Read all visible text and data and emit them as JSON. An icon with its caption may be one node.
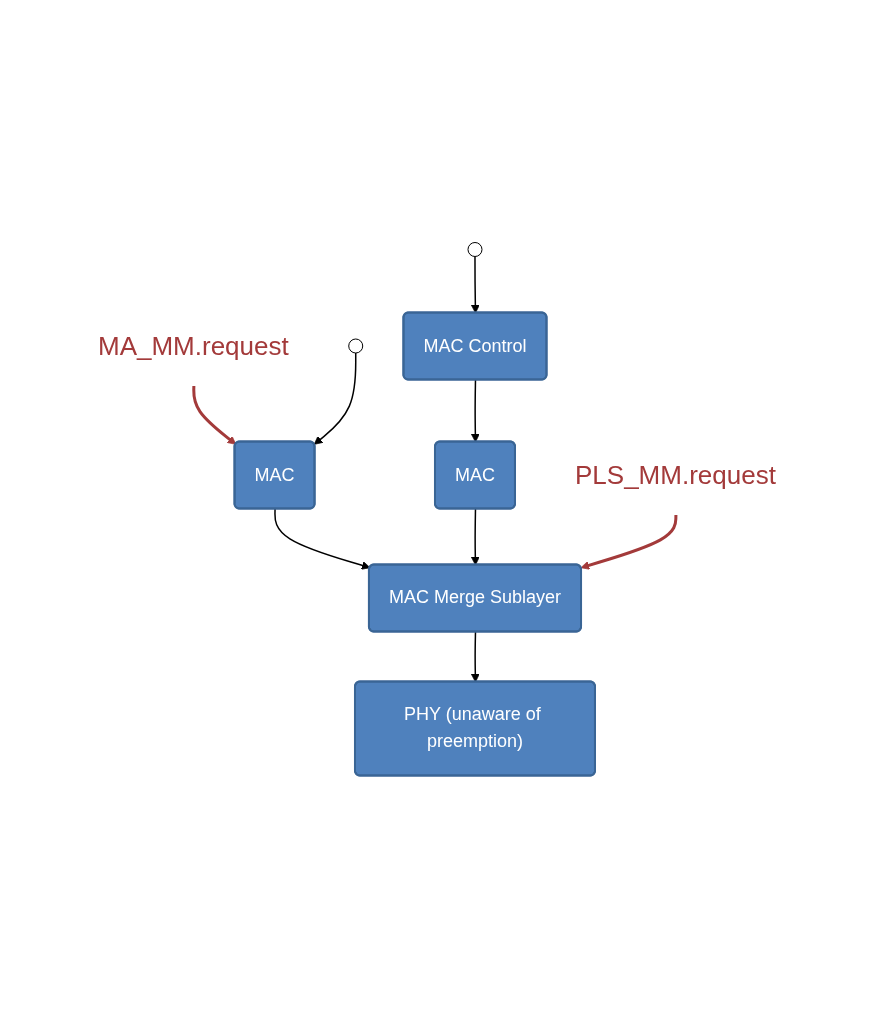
{
  "diagram": {
    "nodes": [
      {
        "text": [
          "MA_MM.request"
        ]
      },
      {
        "text": [
          "MAC Control"
        ]
      },
      {
        "text": [
          "MAC"
        ]
      },
      {
        "text": [
          "MAC"
        ]
      },
      {
        "text": [
          "PLS_MM.request"
        ]
      },
      {
        "text": [
          "MAC Merge Sublayer"
        ]
      },
      {
        "text": [
          "PHY (unaware of preemption)"
        ]
      }
    ],
    "edges": [
      {
        "from": 0,
        "to": 2,
        "arrow": "to",
        "color": "#a33a3a"
      },
      {
        "from": null,
        "to": 2,
        "arrow": "to"
      },
      {
        "from": null,
        "to": 1,
        "arrow": "to"
      },
      {
        "from": 1,
        "to": 3,
        "arrow": "to"
      },
      {
        "from": 2,
        "to": 5,
        "arrow": "to"
      },
      {
        "from": 3,
        "to": 5,
        "arrow": "to"
      },
      {
        "from": 4,
        "to": 5,
        "arrow": "to",
        "color": "#a33a3a"
      },
      {
        "from": 5,
        "to": 6,
        "arrow": "to"
      }
    ]
  }
}
